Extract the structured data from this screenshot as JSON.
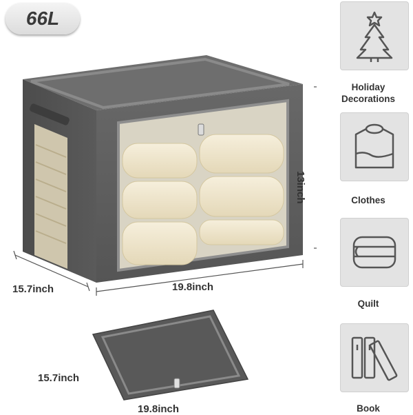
{
  "capacity": "66L",
  "box_dims": {
    "depth": "15.7inch",
    "width": "19.8inch",
    "height": "13inch"
  },
  "lid_dims": {
    "depth": "15.7inch",
    "width": "19.8inch"
  },
  "uses": [
    {
      "label_line1": "Holiday",
      "label_line2": "Decorations",
      "icon": "christmas-tree-icon"
    },
    {
      "label_line1": "Clothes",
      "label_line2": "",
      "icon": "shirt-icon"
    },
    {
      "label_line1": "Quilt",
      "label_line2": "",
      "icon": "folded-quilt-icon"
    },
    {
      "label_line1": "Book",
      "label_line2": "",
      "icon": "books-icon"
    }
  ],
  "colors": {
    "fabric": "#5f5f5f",
    "fabric_dark": "#4a4a4a",
    "fabric_top": "#6b6b6b",
    "folded_cloth": "#efe6cf",
    "tile_bg": "#e3e3e3"
  }
}
